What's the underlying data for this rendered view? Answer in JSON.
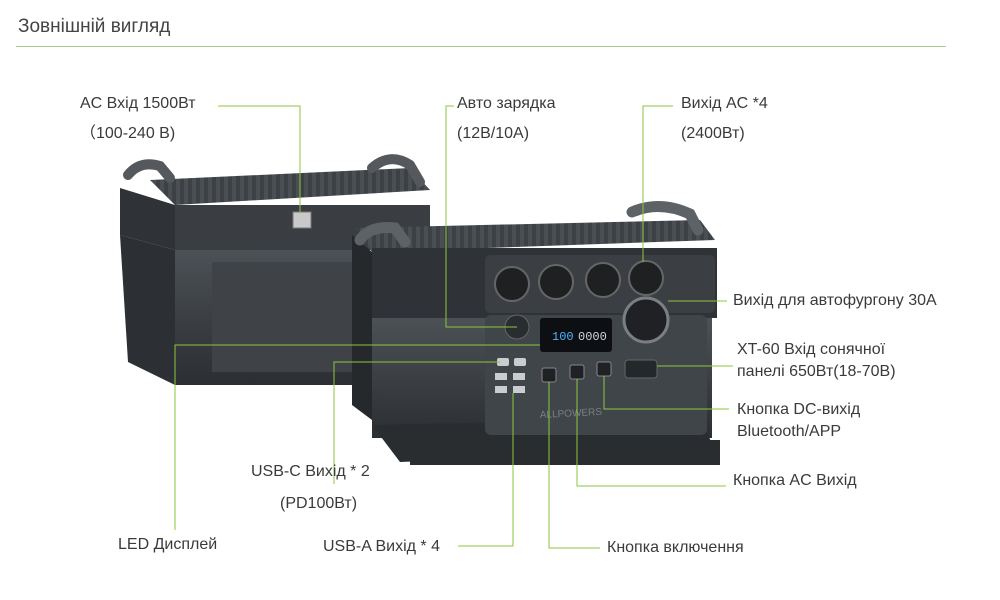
{
  "header": {
    "title": "Зовнішній вигляд"
  },
  "device": {
    "brand_mark": "ALLPOWERS",
    "display_reading": "100",
    "display_digits": "0000"
  },
  "callouts": {
    "ac_input": {
      "line1": "AC Вхід 1500Вт",
      "line2": "（100-240 В)"
    },
    "car_charging": {
      "line1": "Авто зарядка",
      "line2": "(12В/10А)"
    },
    "ac_output": {
      "line1": "Вихід AC *4",
      "line2": "(2400Вт)"
    },
    "rv_output": {
      "line1": "Вихід для автофургону 30A"
    },
    "solar_input": {
      "line1": "XT-60 Вхід сонячної",
      "line2": "панелі 650Вт(18-70В)"
    },
    "dc_button": {
      "line1": "Кнопка DC-вихід",
      "line2": "Bluetooth/APP"
    },
    "usbc_output": {
      "line1": "USB-C Вихід * 2",
      "line2": "(PD100Вт)"
    },
    "ac_button": {
      "line1": "Кнопка AC Вихід"
    },
    "led_display": {
      "line1": "LED Дисплей"
    },
    "usba_output": {
      "line1": "USB-A Вихід * 4"
    },
    "power_button": {
      "line1": "Кнопка включення"
    }
  },
  "colors": {
    "leader": "#8cc63f",
    "accent_rule": "#a8c98a",
    "body_dark": "#34383c",
    "body_mid": "#474c51"
  }
}
